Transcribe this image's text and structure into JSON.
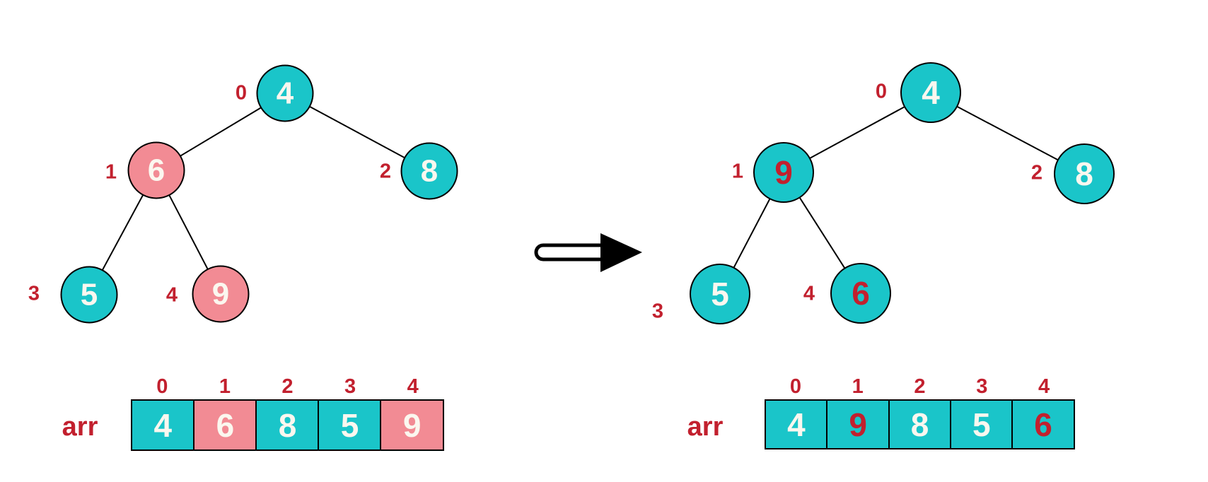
{
  "palette": {
    "teal": "#1AC5C9",
    "pink": "#F28B94",
    "crimson": "#C2202E",
    "digit_ivory": "#FBF7EF",
    "outline_black": "#000000"
  },
  "icons": {
    "arrow": "right-arrow"
  },
  "before": {
    "tree": {
      "nodes": [
        {
          "index": "0",
          "value": "4",
          "fill": "teal",
          "text": "ivory"
        },
        {
          "index": "1",
          "value": "6",
          "fill": "pink",
          "text": "ivory"
        },
        {
          "index": "2",
          "value": "8",
          "fill": "teal",
          "text": "ivory"
        },
        {
          "index": "3",
          "value": "5",
          "fill": "teal",
          "text": "ivory"
        },
        {
          "index": "4",
          "value": "9",
          "fill": "pink",
          "text": "ivory"
        }
      ]
    },
    "array": {
      "label": "arr",
      "indices": [
        "0",
        "1",
        "2",
        "3",
        "4"
      ],
      "cells": [
        {
          "value": "4",
          "fill": "teal",
          "text": "ivory"
        },
        {
          "value": "6",
          "fill": "pink",
          "text": "ivory"
        },
        {
          "value": "8",
          "fill": "teal",
          "text": "ivory"
        },
        {
          "value": "5",
          "fill": "teal",
          "text": "ivory"
        },
        {
          "value": "9",
          "fill": "pink",
          "text": "ivory"
        }
      ]
    }
  },
  "after": {
    "tree": {
      "nodes": [
        {
          "index": "0",
          "value": "4",
          "fill": "teal",
          "text": "ivory"
        },
        {
          "index": "1",
          "value": "9",
          "fill": "teal",
          "text": "crimson"
        },
        {
          "index": "2",
          "value": "8",
          "fill": "teal",
          "text": "ivory"
        },
        {
          "index": "3",
          "value": "5",
          "fill": "teal",
          "text": "ivory"
        },
        {
          "index": "4",
          "value": "6",
          "fill": "teal",
          "text": "crimson"
        }
      ]
    },
    "array": {
      "label": "arr",
      "indices": [
        "0",
        "1",
        "2",
        "3",
        "4"
      ],
      "cells": [
        {
          "value": "4",
          "fill": "teal",
          "text": "ivory"
        },
        {
          "value": "9",
          "fill": "teal",
          "text": "crimson"
        },
        {
          "value": "8",
          "fill": "teal",
          "text": "ivory"
        },
        {
          "value": "5",
          "fill": "teal",
          "text": "ivory"
        },
        {
          "value": "6",
          "fill": "teal",
          "text": "crimson"
        }
      ]
    }
  }
}
